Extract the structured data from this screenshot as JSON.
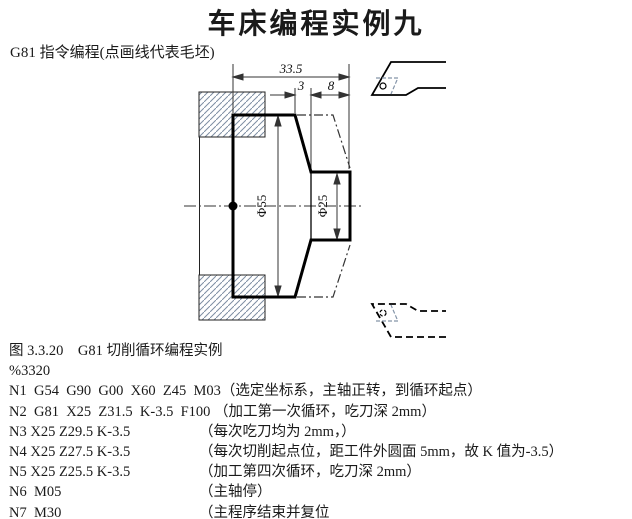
{
  "title": "车床编程实例九",
  "subtitle": "G81 指令编程(点画线代表毛坯)",
  "figure": {
    "caption": "图 3.3.20    G81 切削循环编程实例",
    "dimensions": {
      "overall_length": "33.5",
      "taper_length": "3",
      "small_length": "8",
      "large_diameter": "Φ55",
      "small_diameter": "Φ25"
    }
  },
  "program": {
    "number": "%3320",
    "lines": [
      {
        "code": "N1  G54  G90  G00  X60  Z45  M03",
        "comment": "（选定坐标系，主轴正转，到循环起点）"
      },
      {
        "code": "N2  G81  X25  Z31.5  K-3.5  F100 ",
        "comment": "（加工第一次循环，吃刀深 2mm）"
      },
      {
        "code": "N3 X25 Z29.5 K-3.5",
        "comment": "（每次吃刀均为 2mm，）"
      },
      {
        "code": "N4 X25 Z27.5 K-3.5",
        "comment": "（每次切削起点位，距工件外圆面 5mm，故 K 值为-3.5）"
      },
      {
        "code": "N5 X25 Z25.5 K-3.5",
        "comment": "（加工第四次循环，吃刀深 2mm）"
      },
      {
        "code": "N6  M05",
        "comment": "（主轴停）"
      },
      {
        "code": "N7  M30",
        "comment": "（主程序结束并复位"
      }
    ]
  },
  "colors": {
    "line": "#1a1a1a",
    "thin_line": "#333333",
    "hatch": "#7e8ea3",
    "hidden_detail": "#8494a8"
  }
}
